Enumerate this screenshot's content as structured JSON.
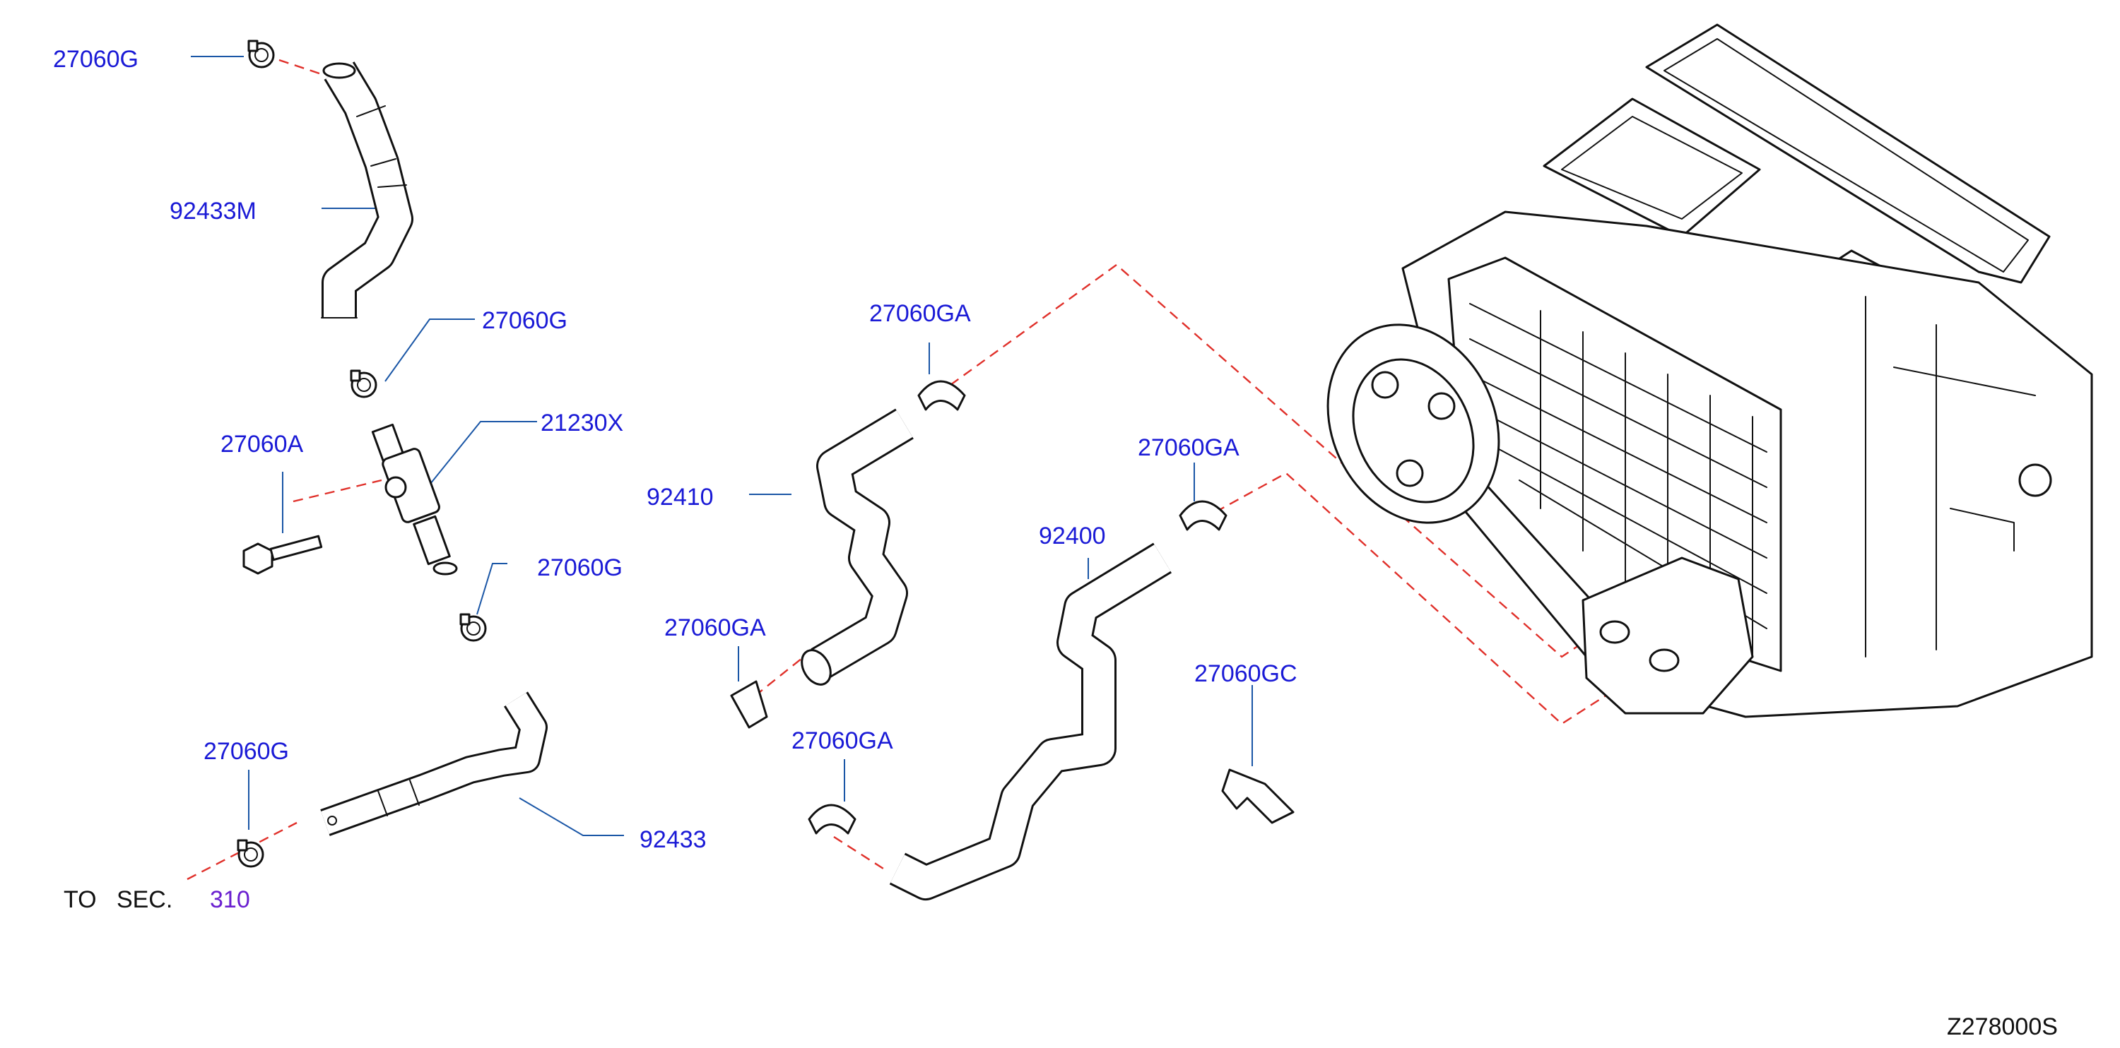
{
  "colors": {
    "label": "#1a1ad6",
    "link": "#6a1fd0",
    "text": "#111111",
    "leader": "#1a56a6",
    "dashed_line": "#e0302a"
  },
  "labels": {
    "clamp_top": "27060G",
    "hose_upper": "92433M",
    "clamp_upper_lower": "27060G",
    "valve": "21230X",
    "bolt": "27060A",
    "clamp_valve_lower": "27060G",
    "clamp_lower_hose": "27060G",
    "hose_lower": "92433",
    "clamp_92410_upper": "27060GA",
    "hose_92410": "92410",
    "clip_92410_lower": "27060GA",
    "clamp_92400_upper": "27060GA",
    "hose_92400": "92400",
    "clamp_92400_lower": "27060GA",
    "bracket_clip": "27060GC"
  },
  "section_ref": {
    "prefix": "TO   SEC.",
    "number": "310"
  },
  "diagram_code": "Z278000S"
}
